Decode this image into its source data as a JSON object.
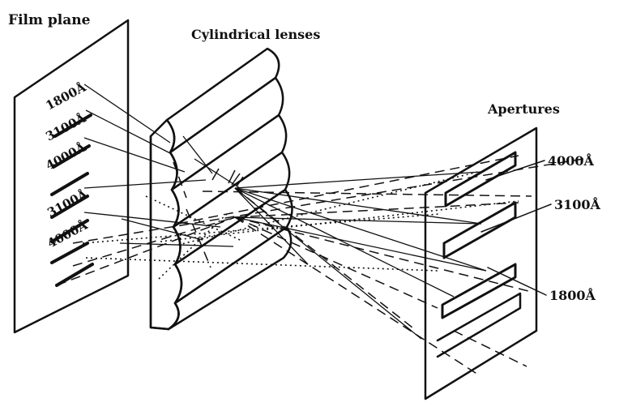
{
  "labels": {
    "film_plane": "Film plane",
    "cylindrical_lenses": "Cylindrical lenses",
    "apertures": "Apertures"
  },
  "film_wavelengths": [
    "1800Å",
    "3100Å",
    "4000Å",
    "3100Å",
    "4000Å"
  ],
  "aperture_wavelengths": [
    "4000Å",
    "3100Å",
    "1800Å"
  ]
}
